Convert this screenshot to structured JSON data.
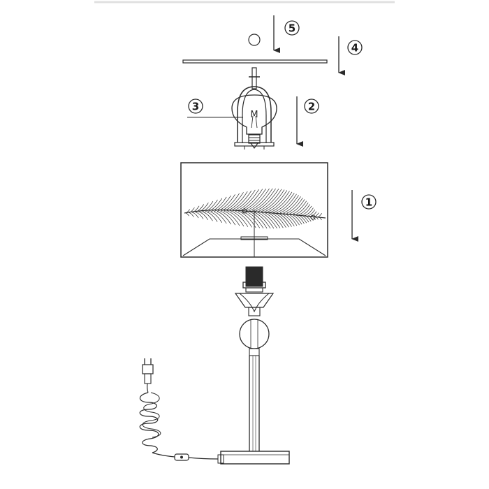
{
  "diagram": {
    "type": "exploded assembly drawing",
    "colors": {
      "line": "#2a2a2a",
      "frame_top": "#e0e0e0",
      "background": "#ffffff"
    },
    "steps": [
      {
        "number": "1"
      },
      {
        "number": "2"
      },
      {
        "number": "3"
      },
      {
        "number": "4"
      },
      {
        "number": "5"
      }
    ],
    "bulb": {
      "filament_letter": "M"
    }
  }
}
